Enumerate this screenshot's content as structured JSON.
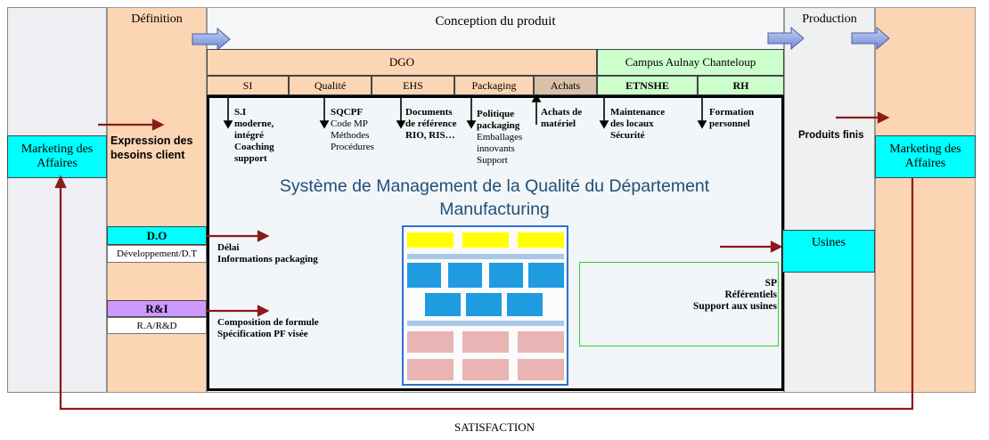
{
  "phases": {
    "definition": "Définition",
    "conception": "Conception du produit",
    "production": "Production"
  },
  "marketing": {
    "left": "Marketing des Affaires",
    "right": "Marketing des Affaires"
  },
  "groups": {
    "dgo": "DGO",
    "campus": "Campus Aulnay Chanteloup"
  },
  "departments": [
    "SI",
    "Qualité",
    "EHS",
    "Packaging",
    "Achats",
    "ETNSHE",
    "RH"
  ],
  "dept_notes": {
    "si": {
      "bold": [
        "S.I",
        "moderne,",
        "intégré",
        "Coaching",
        "support"
      ]
    },
    "qualite": {
      "bold": [
        "SQCPF"
      ],
      "normal": [
        "Code MP",
        "Méthodes",
        "Procédures"
      ]
    },
    "ehs": {
      "bold": [
        "Documents",
        "de référence",
        "RIO, RIS…"
      ]
    },
    "packaging": {
      "bold": [
        "Politique",
        "packaging"
      ],
      "normal": [
        "Emballages",
        "innovants",
        "Support"
      ]
    },
    "achats": {
      "bold": [
        "Achats de",
        "matériel"
      ]
    },
    "etnshe": {
      "bold": [
        "Maintenance",
        "des locaux",
        "Sécurité"
      ]
    },
    "rh": {
      "bold": [
        "Formation",
        "personnel"
      ]
    }
  },
  "expression": "Expression des besoins client",
  "produits_finis": "Produits finis",
  "main_title": "Système de Management de la Qualité du Département Manufacturing",
  "do": {
    "title": "D.O",
    "sub": "Développement/D.T",
    "notes": [
      "Délai",
      "Informations packaging"
    ]
  },
  "rd": {
    "title": "R&I",
    "sub": "R.A/R&D",
    "notes": [
      "Composition de formule",
      "Spécification PF visée"
    ]
  },
  "usines": "Usines",
  "sp_notes": [
    "SP",
    "Référentiels",
    "Support aux usines"
  ],
  "satisfaction": "SATISFACTION",
  "colors": {
    "peach": "#fcd5b4",
    "light_green": "#ccffcc",
    "cyan": "#00ffff",
    "violet": "#cc99ff",
    "arrow_red": "#8b1a1a",
    "title_blue": "#1f4e79",
    "border_green": "#33cc33"
  }
}
